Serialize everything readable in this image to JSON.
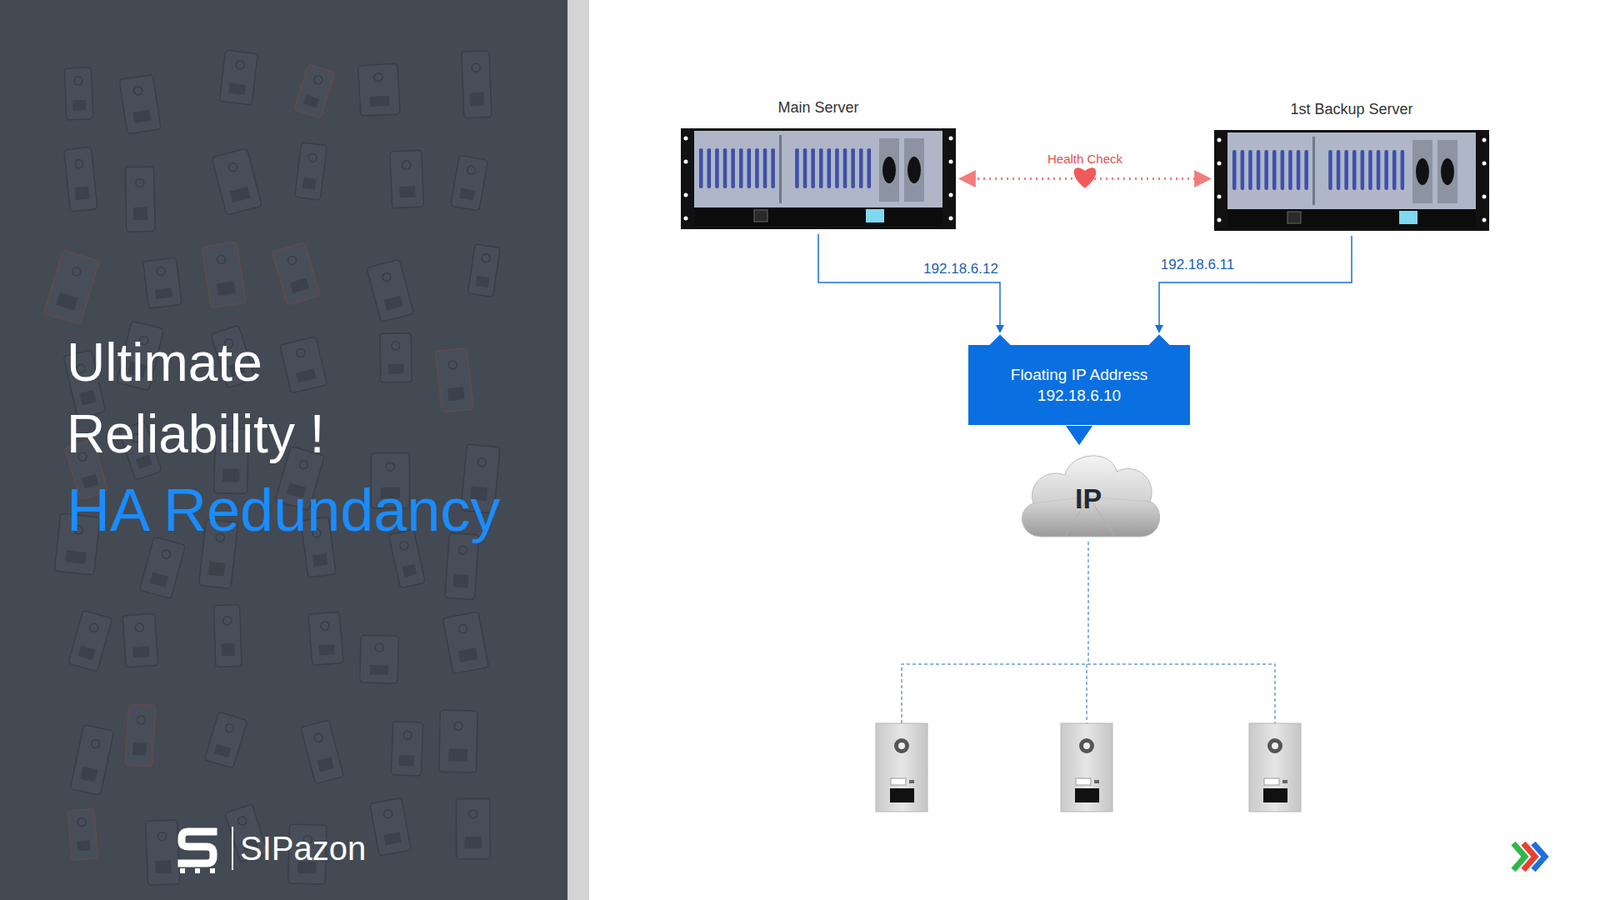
{
  "diagram": {
    "title": "Ultimate Reliability !",
    "nodes": [
      {
        "text": [
          "Main Server"
        ]
      },
      {
        "text": [
          "1st Backup Server"
        ]
      },
      {
        "text": [
          "Floating IP Address",
          "192.18.6.10"
        ]
      },
      {
        "text": [
          "IP"
        ]
      }
    ],
    "edges": [
      {
        "from": 0,
        "to": 1,
        "label": "Health Check",
        "arrow": "both"
      },
      {
        "from": 0,
        "to": 2,
        "label": "192.18.6.12",
        "arrow": "to"
      },
      {
        "from": 1,
        "to": 2,
        "label": "192.18.6.11",
        "arrow": "to"
      },
      {
        "from": 2,
        "to": 3,
        "arrow": "to"
      }
    ],
    "labels": [
      "HA Redundancy",
      "SIPazon"
    ]
  }
}
